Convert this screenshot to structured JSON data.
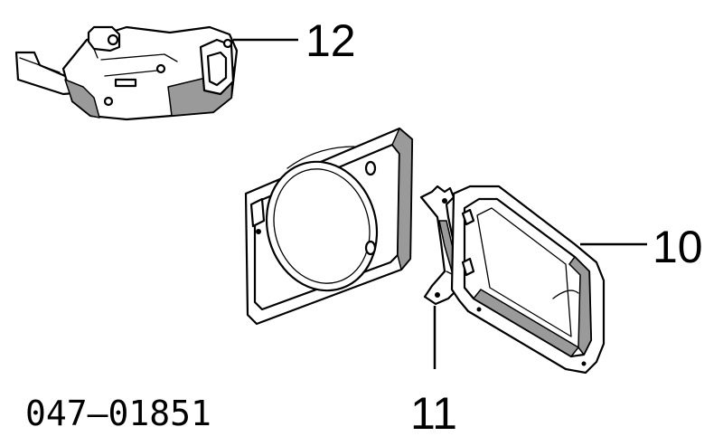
{
  "callouts": {
    "c12": "12",
    "c10": "10",
    "c11": "11"
  },
  "part_number": "047–01851"
}
